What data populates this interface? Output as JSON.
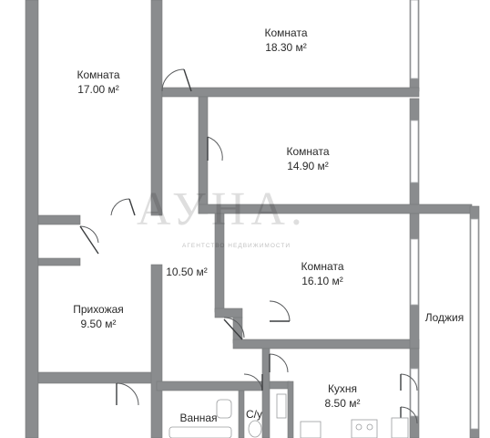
{
  "rooms": [
    {
      "name": "Комната",
      "area": "18.30 м²"
    },
    {
      "name": "Комната",
      "area": "17.00 м²"
    },
    {
      "name": "Комната",
      "area": "14.90 м²"
    },
    {
      "name": "Комната",
      "area": "16.10 м²"
    },
    {
      "name": "",
      "area": "10.50 м²"
    },
    {
      "name": "Прихожая",
      "area": "9.50 м²"
    },
    {
      "name": "Кухня",
      "area": "8.50 м²"
    },
    {
      "name": "Лоджия",
      "area": ""
    },
    {
      "name": "Ванная",
      "area": ""
    },
    {
      "name": "С/у",
      "area": ""
    }
  ],
  "watermark": {
    "name": "АУНА.",
    "tagline": "АГЕНТСТВО НЕДВИЖИМОСТИ"
  },
  "colors": {
    "wall": "#8a8c8e",
    "background": "#ffffff"
  }
}
